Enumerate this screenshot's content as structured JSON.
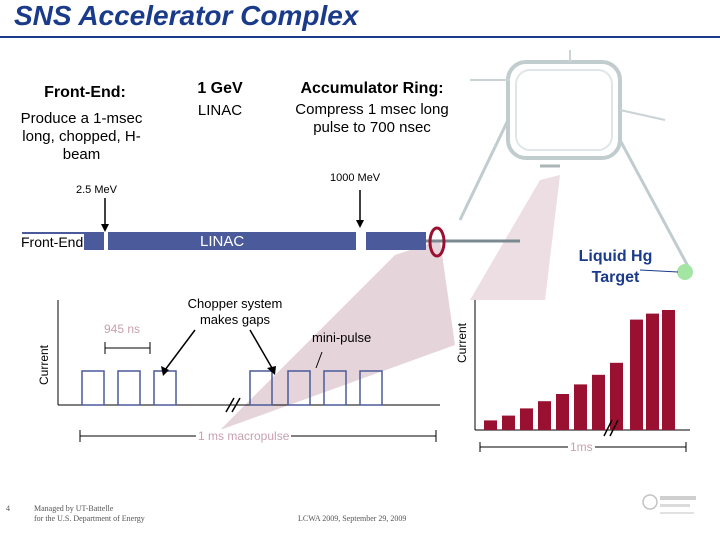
{
  "title": "SNS Accelerator Complex",
  "frontend": {
    "heading": "Front-End:",
    "desc": "Produce a 1-msec long, chopped, H- beam"
  },
  "linac_box": {
    "heading": "1 GeV",
    "sub": "LINAC"
  },
  "ring": {
    "heading": "Accumulator Ring:",
    "desc": "Compress 1 msec long pulse to 700 nsec"
  },
  "energies": {
    "e1000": "1000 MeV",
    "e2_5": "2.5 MeV"
  },
  "bar": {
    "frontend": "Front-End",
    "linac": "LINAC"
  },
  "target": "Liquid Hg Target",
  "chopper": "Chopper system makes gaps",
  "minipulse": "mini-pulse",
  "ns945": "945 ns",
  "macropulse": "1 ms macropulse",
  "current_left": "Current",
  "current_right": "Current",
  "one_ms": "1ms",
  "footer": {
    "page": "4",
    "managed1": "Managed by UT-Battelle",
    "managed2": "for the U.S. Department of Energy",
    "conf": "LCWA 2009, September 29, 2009"
  },
  "colors": {
    "title": "#1a3a8a",
    "bar_blue": "#4a5a9a",
    "pulse_red": "#9a1030",
    "funnel": "#c8a0b0"
  },
  "ring_left_pulses": [
    1,
    1,
    1,
    1,
    1,
    1,
    1
  ],
  "ring_right_pulses": [
    0.08,
    0.12,
    0.18,
    0.24,
    0.3,
    0.38,
    0.46,
    0.56,
    0.92,
    0.97,
    1.0
  ]
}
